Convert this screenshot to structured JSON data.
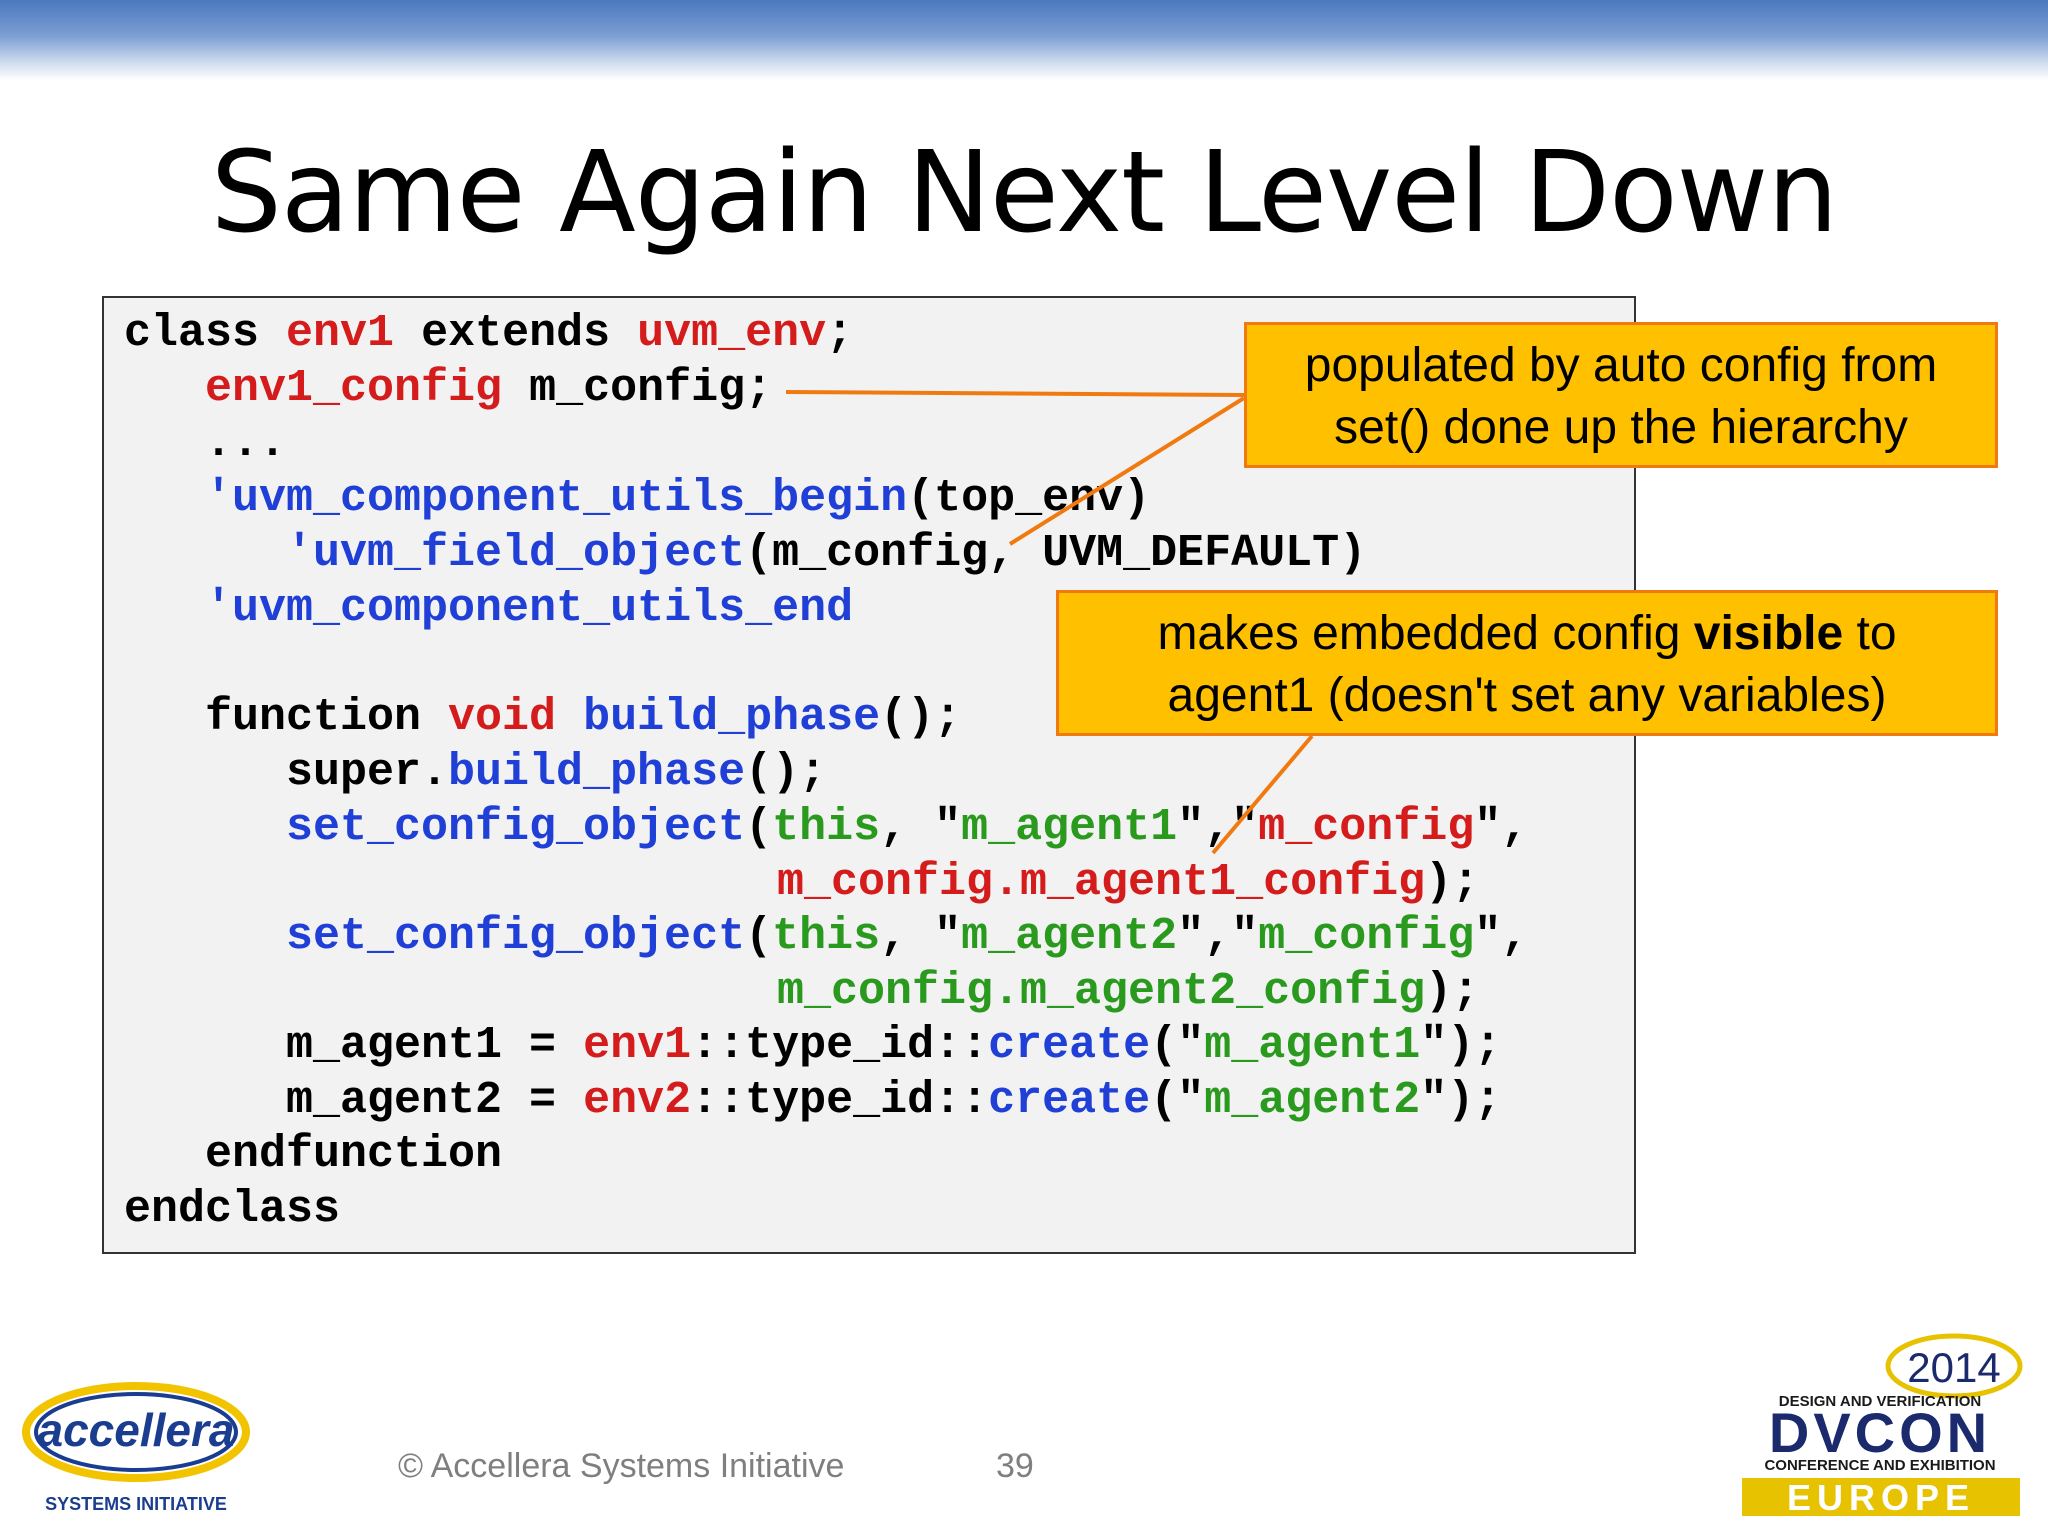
{
  "slide": {
    "title": "Same Again Next Level Down",
    "copyright": "© Accellera Systems Initiative",
    "page_number": "39"
  },
  "code": {
    "l1": {
      "t1": "class ",
      "t2": "env1",
      "t3": " extends ",
      "t4": "uvm_env",
      "t5": ";"
    },
    "l2": {
      "t1": "env1_config",
      "t2": " m_config;"
    },
    "l3": {
      "t1": "..."
    },
    "l4": {
      "t1": "'",
      "t2": "uvm_component_utils_begin",
      "t3": "(top_env)"
    },
    "l5": {
      "t1": "'",
      "t2": "uvm_field_object",
      "t3": "(m_config, UVM_DEFAULT)"
    },
    "l6": {
      "t1": "'",
      "t2": "uvm_component_utils_end"
    },
    "l7": {
      "t1": "function ",
      "t2": "void",
      "t3": " ",
      "t4": "build_phase",
      "t5": "();"
    },
    "l8": {
      "t1": "super.",
      "t2": "build_phase",
      "t3": "();"
    },
    "l9": {
      "t1": "set_config_object",
      "t2": "(",
      "t3": "this",
      "t4": ", \"",
      "t5": "m_agent1",
      "t6": "\",\"",
      "t7": "m_config",
      "t8": "\","
    },
    "l10": {
      "t1": "m_config.m_agent1_config",
      "t2": ");"
    },
    "l11": {
      "t1": "set_config_object",
      "t2": "(",
      "t3": "this",
      "t4": ", \"",
      "t5": "m_agent2",
      "t6": "\",\"",
      "t7": "m_config",
      "t8": "\","
    },
    "l12": {
      "t1": "m_config.m_agent2_config",
      "t2": ");"
    },
    "l13": {
      "t1": "m_agent1 = ",
      "t2": "env1",
      "t3": "::type_id::",
      "t4": "create",
      "t5": "(\"",
      "t6": "m_agent1",
      "t7": "\");"
    },
    "l14": {
      "t1": "m_agent2 = ",
      "t2": "env2",
      "t3": "::type_id::",
      "t4": "create",
      "t5": "(\"",
      "t6": "m_agent2",
      "t7": "\");"
    },
    "l15": {
      "t1": "endfunction"
    },
    "l16": {
      "t1": "endclass"
    }
  },
  "callouts": {
    "c1": {
      "line1": "populated by auto config from",
      "line2": "set() done up the hierarchy"
    },
    "c2": {
      "line1_a": "makes embedded config ",
      "line1_bold": "visible",
      "line1_b": " to",
      "line2": "agent1 (doesn't set any variables)"
    }
  },
  "logos": {
    "accellera": {
      "word": "accellera",
      "sub": "SYSTEMS INITIATIVE"
    },
    "dvcon": {
      "year": "2014",
      "top": "DESIGN AND VERIFICATION",
      "name": "DVCON",
      "mid": "CONFERENCE AND EXHIBITION",
      "region": "EUROPE"
    }
  },
  "colors": {
    "keyword_red": "#d41c1c",
    "keyword_blue": "#1f3fd6",
    "string_green": "#2a9a1e",
    "callout_fill": "#ffc000",
    "callout_border": "#f07a10",
    "title_band": "#4a78bf"
  }
}
